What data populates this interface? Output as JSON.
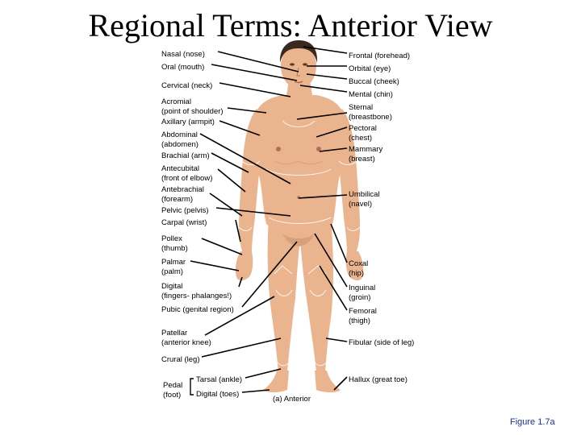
{
  "title": "Regional Terms: Anterior View",
  "caption": "(a) Anterior",
  "figure_label": "Figure 1.7a",
  "skin_color": "#eab48f",
  "hair_color": "#3a2a1e",
  "accent_color": "#1a2fa8",
  "left_labels": [
    {
      "id": "nasal",
      "text": "Nasal (nose)"
    },
    {
      "id": "oral",
      "text": "Oral (mouth)"
    },
    {
      "id": "cervical",
      "text": "Cervical (neck)"
    },
    {
      "id": "acromial",
      "text": "Acromial\n(point of shoulder)"
    },
    {
      "id": "axillary",
      "text": "Axillary (armpit)"
    },
    {
      "id": "abdominal",
      "text": "Abdominal\n(abdomen)"
    },
    {
      "id": "brachial",
      "text": "Brachial (arm)"
    },
    {
      "id": "antecubital",
      "text": "Antecubital\n(front of elbow)"
    },
    {
      "id": "antebrachial",
      "text": "Antebrachial\n(forearm)"
    },
    {
      "id": "pelvic",
      "text": "Pelvic (pelvis)"
    },
    {
      "id": "carpal",
      "text": "Carpal (wrist)"
    },
    {
      "id": "pollex",
      "text": "Pollex\n(thumb)"
    },
    {
      "id": "palmar",
      "text": "Palmar\n(palm)"
    },
    {
      "id": "digital_fingers",
      "text": "Digital\n(fingers- phalanges!)"
    },
    {
      "id": "pubic",
      "text": "Pubic (genital region)"
    },
    {
      "id": "patellar",
      "text": "Patellar\n(anterior knee)"
    },
    {
      "id": "crural",
      "text": "Crural (leg)"
    },
    {
      "id": "pedal",
      "text": "Pedal\n(foot)"
    },
    {
      "id": "tarsal",
      "text": "Tarsal (ankle)"
    },
    {
      "id": "digital_toes",
      "text": "Digital (toes)"
    }
  ],
  "right_labels": [
    {
      "id": "frontal",
      "text": "Frontal (forehead)"
    },
    {
      "id": "orbital",
      "text": "Orbital (eye)"
    },
    {
      "id": "buccal",
      "text": "Buccal (cheek)"
    },
    {
      "id": "mental",
      "text": "Mental (chin)"
    },
    {
      "id": "sternal",
      "text": "Sternal\n(breastbone)"
    },
    {
      "id": "pectoral",
      "text": "Pectoral\n(chest)"
    },
    {
      "id": "mammary",
      "text": "Mammary\n(breast)"
    },
    {
      "id": "umbilical",
      "text": "Umbilical\n(navel)"
    },
    {
      "id": "coxal",
      "text": "Coxal\n(hip)"
    },
    {
      "id": "inguinal",
      "text": "Inguinal\n(groin)"
    },
    {
      "id": "femoral",
      "text": "Femoral\n(thigh)"
    },
    {
      "id": "fibular",
      "text": "Fibular (side of leg)"
    },
    {
      "id": "hallux",
      "text": "Hallux (great toe)"
    }
  ]
}
